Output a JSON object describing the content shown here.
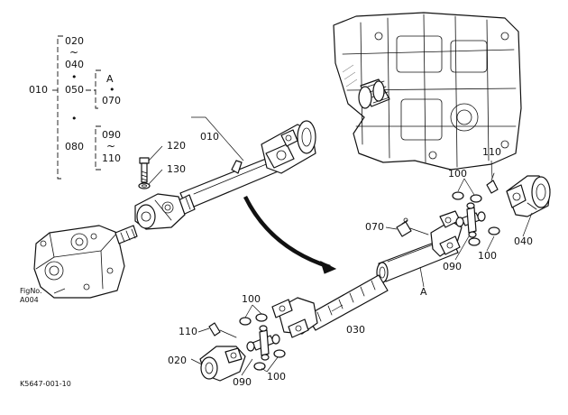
{
  "part_labels": {
    "p020": "020",
    "tilde1": "~",
    "p040": "040",
    "p010_left": "010",
    "dot1": "•",
    "p050": "050",
    "letter_a_top": "A",
    "dot_a": "•",
    "p070_top": "070",
    "dot2": "•",
    "p090_top": "090",
    "tilde2": "~",
    "p110_top": "110",
    "p080": "080",
    "p120": "120",
    "p130": "130",
    "p010_shaft": "010",
    "p110_right": "110",
    "p100_right": "100",
    "p070_right": "070",
    "p090_right": "090",
    "p100_right_low": "100",
    "p040_right": "040",
    "letter_a_mid": "A",
    "p030": "030",
    "p100_bottom": "100",
    "p110_bottom": "110",
    "p020_bottom": "020",
    "p090_bottom": "090",
    "p100_bottom_low": "100"
  },
  "figure_ref": {
    "line1": "FigNo.",
    "line2": "A004"
  },
  "drawing_id": "K5647-001-10"
}
